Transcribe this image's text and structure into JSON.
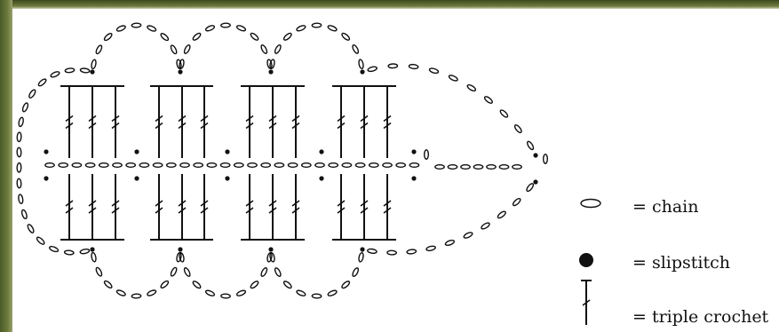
{
  "legend": {
    "chain": "= chain",
    "slipstitch": "= slipstitch",
    "triple_crochet": "= triple crochet"
  },
  "icons": {
    "chain": "chain-stitch-icon",
    "slipstitch": "slipstitch-icon",
    "triple_crochet": "triple-crochet-icon"
  },
  "colors": {
    "ink": "#111111",
    "background": "#ffffff",
    "border": "#6b7a3a"
  }
}
